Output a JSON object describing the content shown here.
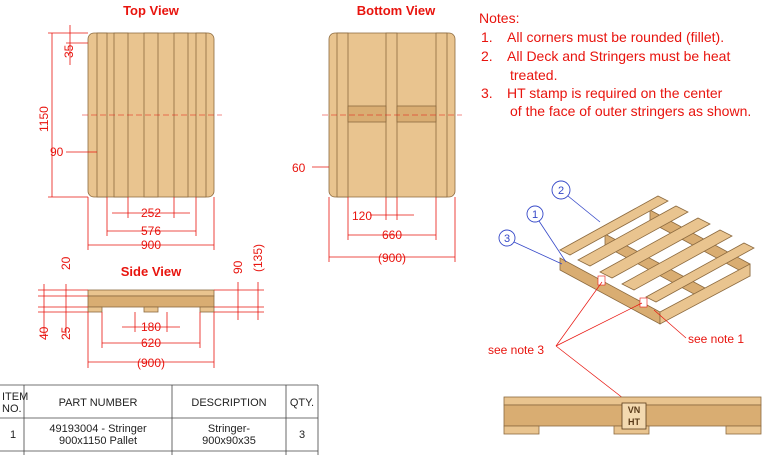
{
  "views": {
    "top": "Top View",
    "bottom": "Bottom View",
    "side": "Side View"
  },
  "top_view_dims": {
    "d35": "35",
    "d1150": "1150",
    "d90": "90",
    "d252": "252",
    "d576": "576",
    "d900": "900"
  },
  "bottom_view_dims": {
    "d60": "60",
    "d120": "120",
    "d660": "660",
    "d900": "(900)"
  },
  "side_view_dims": {
    "d20": "20",
    "d40": "40",
    "d25": "25",
    "d90": "90",
    "d135": "(135)",
    "d180": "180",
    "d620": "620",
    "d900": "(900)"
  },
  "notes": {
    "heading": "Notes:",
    "items": [
      {
        "num": "1.",
        "lines": [
          "All corners must be rounded (fillet)."
        ]
      },
      {
        "num": "2.",
        "lines": [
          "All Deck and Stringers must be heat",
          "treated."
        ]
      },
      {
        "num": "3.",
        "lines": [
          "HT stamp is required on the center",
          "of the face of outer stringers as shown."
        ]
      }
    ]
  },
  "balloons": [
    "1",
    "2",
    "3"
  ],
  "callouts": {
    "note1": "see note 1",
    "note3": "see note 3"
  },
  "stamp": {
    "line1": "VN",
    "line2": "HT"
  },
  "bom": {
    "headers": {
      "item": [
        "ITEM",
        "NO."
      ],
      "part": "PART NUMBER",
      "desc": "DESCRIPTION",
      "qty": "QTY."
    },
    "row": {
      "item": "1",
      "part": [
        "49193004 - Stringer",
        "900x1150 Pallet"
      ],
      "desc": [
        "Stringer-",
        "900x90x35"
      ],
      "qty": "3"
    }
  },
  "colors": {
    "annotation": "#e8140e",
    "wood": "#e9c48f",
    "wood_outline": "#8c6a3f",
    "balloon": "#3548c8"
  }
}
